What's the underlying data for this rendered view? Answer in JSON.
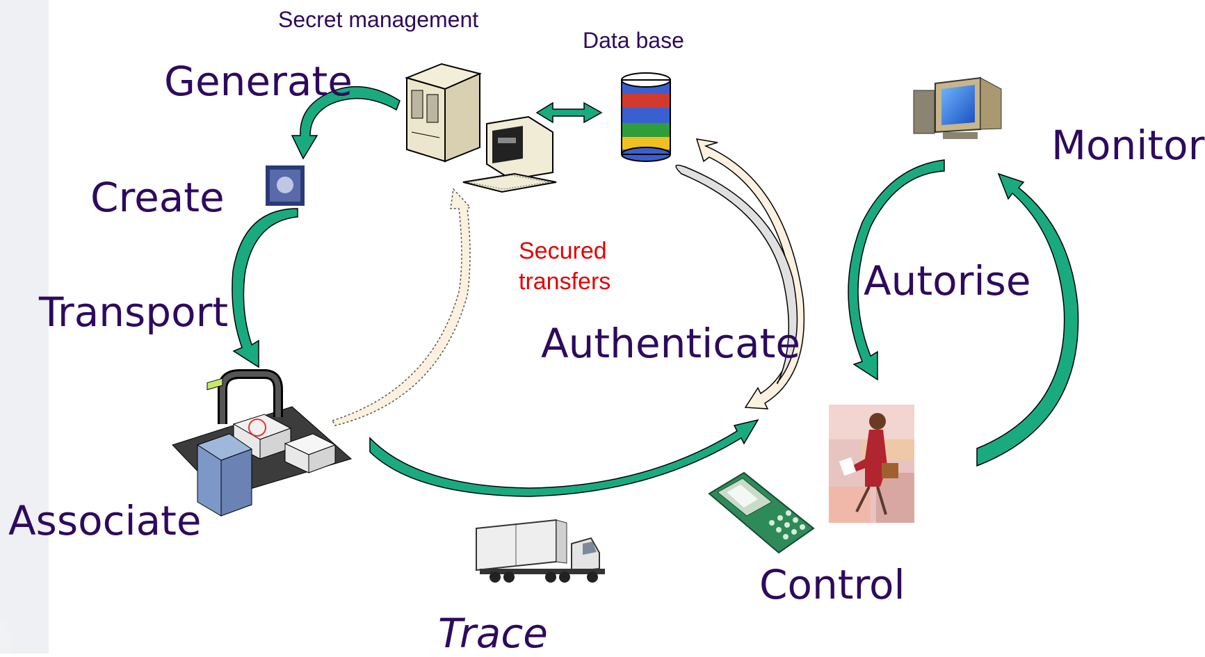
{
  "labels": {
    "secret_management": "Secret management",
    "data_base": "Data base",
    "generate": "Generate",
    "create": "Create",
    "transport": "Transport",
    "associate": "Associate",
    "secured_line1": "Secured",
    "secured_line2": "transfers",
    "authenticate": "Authenticate",
    "autorise": "Autorise",
    "monitor": "Monitor",
    "control": "Control",
    "trace": "Trace"
  },
  "colors": {
    "label_text": "#2e0a5e",
    "secured_text": "#e60000",
    "arrow_green": "#1aaa80",
    "arrow_outline": "#000000",
    "arrow_cream": "#fbf1de",
    "arrow_gray": "#e0e0e0",
    "db_bands": [
      "#d23a2e",
      "#3a5fd0",
      "#2e9e3a",
      "#f0c020",
      "#3a5fd0"
    ]
  },
  "icons": [
    "server-icon",
    "computer-terminal-icon",
    "database-icon",
    "desktop-monitor-icon",
    "security-tag-icon",
    "labeling-machine-icon",
    "truck-icon",
    "handheld-scanner-icon",
    "woman-walking-photo"
  ]
}
